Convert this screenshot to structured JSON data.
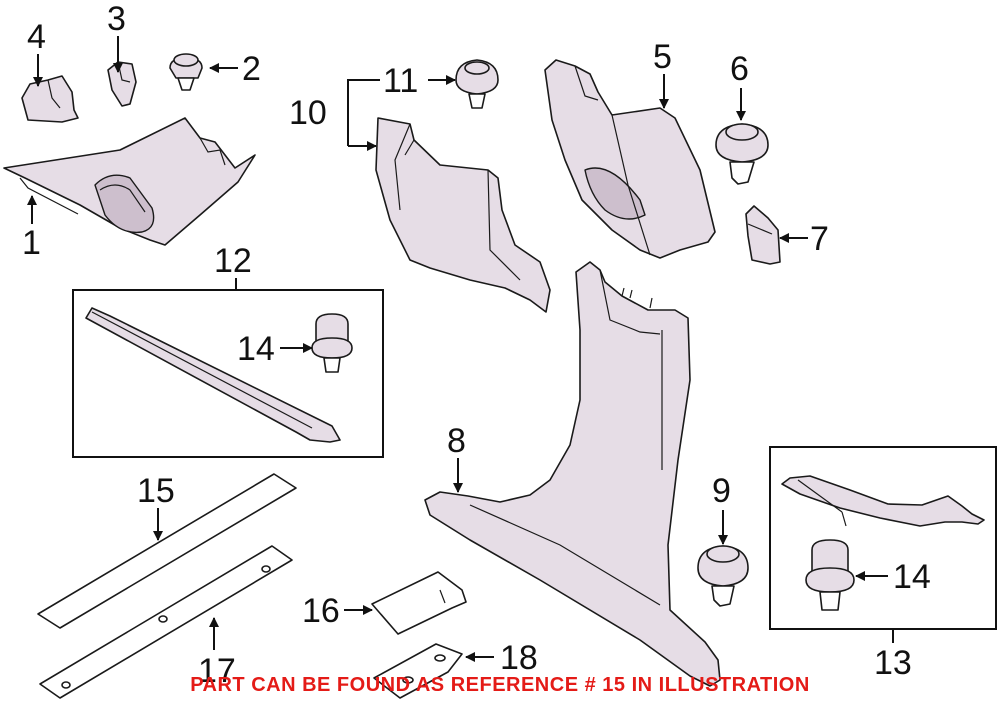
{
  "callouts": {
    "c1": "1",
    "c2": "2",
    "c3": "3",
    "c4": "4",
    "c5": "5",
    "c6": "6",
    "c7": "7",
    "c8": "8",
    "c9": "9",
    "c10": "10",
    "c11": "11",
    "c12": "12",
    "c13": "13",
    "c14a": "14",
    "c14b": "14",
    "c15": "15",
    "c16": "16",
    "c17": "17",
    "c18": "18"
  },
  "footnote": "PART CAN BE FOUND AS REFERENCE # 15 IN ILLUSTRATION",
  "colors": {
    "footnote": "#e41b17",
    "part_fill": "#e6dde6",
    "line": "#1a1a1a"
  }
}
